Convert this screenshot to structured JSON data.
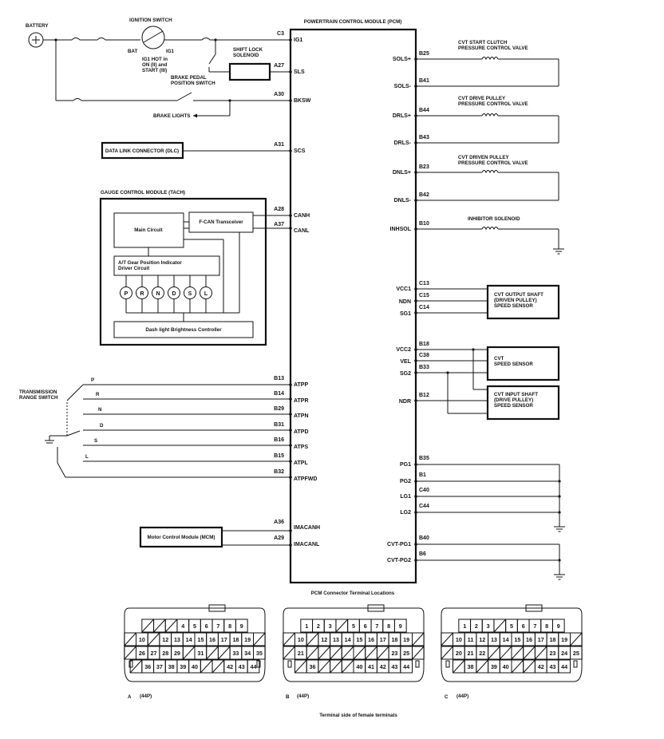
{
  "labels": {
    "battery": "BATTERY",
    "ignition_switch": "IGNITION SWITCH",
    "bat": "BAT",
    "ig1": "IG1",
    "ig1_note": [
      "IG1 HOT in",
      "ON (II) and",
      "START (III)"
    ],
    "shift_lock": [
      "SHIFT LOCK",
      "SOLENOID"
    ],
    "brake_pedal": [
      "BRAKE PEDAL",
      "POSITION SWITCH"
    ],
    "brake_lights": "BRAKE LIGHTS",
    "pcm": "POWERTRAIN CONTROL MODULE (PCM)",
    "dlc": "DATA LINK CONNECTOR (DLC)",
    "gauge": "GAUGE CONTROL MODULE (TACH)",
    "main_circuit": "Main Circuit",
    "fcan": "F-CAN Transceiver",
    "at_gear": [
      "A/T Gear Position Indicator",
      "Driver Circuit"
    ],
    "dash_light": "Dash light Brightness Controller",
    "gear_letters": [
      "P",
      "R",
      "N",
      "D",
      "S",
      "L"
    ],
    "trs": [
      "TRANSMISSION",
      "RANGE SWITCH"
    ],
    "mcm": "Motor Control Module (MCM)",
    "cvt_start": [
      "CVT START CLUTCH",
      "PRESSURE CONTROL VALVE"
    ],
    "cvt_drive": [
      "CVT DRIVE PULLEY",
      "PRESSURE CONTROL VALVE"
    ],
    "cvt_driven": [
      "CVT DRIVEN PULLEY",
      "PRESSURE CONTROL VALVE"
    ],
    "inhibitor": "INHIBITOR SOLENOID",
    "cvt_output": [
      "CVT OUTPUT SHAFT",
      "(DRIVEN PULLEY)",
      "SPEED SENSOR"
    ],
    "cvt_speed": [
      "CVT",
      "SPEED SENSOR"
    ],
    "cvt_input": [
      "CVT INPUT SHAFT",
      "(DRIVE PULLEY)",
      "SPEED SENSOR"
    ],
    "connector_title": "PCM Connector Terminal Locations",
    "terminal_note": "Terminal side of female terminals",
    "conn_a": "(44P)",
    "conn_b": "(44P)",
    "conn_c": "(44P)",
    "conn_a_letter": "A",
    "conn_b_letter": "B",
    "conn_c_letter": "C"
  },
  "left_pins": [
    {
      "term": "C3",
      "sig": "IG1"
    },
    {
      "term": "A27",
      "sig": "SLS"
    },
    {
      "term": "A30",
      "sig": "BKSW"
    },
    {
      "term": "A31",
      "sig": "SCS"
    },
    {
      "term": "A28",
      "sig": "CANH"
    },
    {
      "term": "A37",
      "sig": "CANL"
    },
    {
      "term": "B13",
      "sig": "ATPP"
    },
    {
      "term": "B14",
      "sig": "ATPR"
    },
    {
      "term": "B29",
      "sig": "ATPN"
    },
    {
      "term": "B31",
      "sig": "ATPD"
    },
    {
      "term": "B16",
      "sig": "ATPS"
    },
    {
      "term": "B15",
      "sig": "ATPL"
    },
    {
      "term": "B32",
      "sig": "ATPFWD"
    },
    {
      "term": "A36",
      "sig": "IMACANH"
    },
    {
      "term": "A29",
      "sig": "IMACANL"
    }
  ],
  "right_pins": [
    {
      "term": "B25",
      "sig": "SOLS+"
    },
    {
      "term": "B41",
      "sig": "SOLS-"
    },
    {
      "term": "B44",
      "sig": "DRLS+"
    },
    {
      "term": "B43",
      "sig": "DRLS-"
    },
    {
      "term": "B23",
      "sig": "DNLS+"
    },
    {
      "term": "B42",
      "sig": "DNLS-"
    },
    {
      "term": "B10",
      "sig": "INHSOL"
    },
    {
      "term": "C13",
      "sig": "VCC1"
    },
    {
      "term": "C15",
      "sig": "NDN"
    },
    {
      "term": "C14",
      "sig": "SG1"
    },
    {
      "term": "B18",
      "sig": "VCC2"
    },
    {
      "term": "C38",
      "sig": "VEL"
    },
    {
      "term": "B33",
      "sig": "SG2"
    },
    {
      "term": "B12",
      "sig": "NDR"
    },
    {
      "term": "B35",
      "sig": "PG1"
    },
    {
      "term": "B1",
      "sig": "PG2"
    },
    {
      "term": "C40",
      "sig": "LG1"
    },
    {
      "term": "C44",
      "sig": "LG2"
    },
    {
      "term": "B40",
      "sig": "CVT-PG1"
    },
    {
      "term": "B6",
      "sig": "CVT-PG2"
    }
  ],
  "switch_positions": [
    "P",
    "R",
    "N",
    "D",
    "S",
    "L"
  ],
  "connectors": {
    "a": {
      "row1": [
        "",
        "",
        "",
        "4",
        "5",
        "6",
        "7",
        "8",
        "9"
      ],
      "row2": [
        "",
        "10",
        "",
        "12",
        "13",
        "14",
        "15",
        "16",
        "17",
        "18",
        "19",
        ""
      ],
      "row3": [
        "",
        "26",
        "27",
        "28",
        "29",
        "",
        "31",
        "",
        "",
        "33",
        "34",
        "35"
      ],
      "row4": [
        "",
        "36",
        "37",
        "38",
        "39",
        "40",
        "",
        "",
        "42",
        "43",
        "44"
      ]
    },
    "b": {
      "row1": [
        "1",
        "2",
        "3",
        "",
        "5",
        "6",
        "7",
        "8",
        "9"
      ],
      "row2": [
        "",
        "10",
        "",
        "12",
        "13",
        "14",
        "15",
        "16",
        "17",
        "18",
        "19",
        ""
      ],
      "row3": [
        "",
        "21",
        "",
        "",
        "",
        "",
        "",
        "",
        "",
        "23",
        "25",
        ""
      ],
      "row4": [
        "",
        "36",
        "",
        "",
        "",
        "40",
        "41",
        "42",
        "43",
        "44"
      ]
    },
    "c": {
      "row1": [
        "1",
        "2",
        "3",
        "",
        "5",
        "6",
        "7",
        "8",
        "9"
      ],
      "row2": [
        "",
        "10",
        "11",
        "12",
        "13",
        "14",
        "15",
        "16",
        "17",
        "18",
        "19",
        ""
      ],
      "row3": [
        "",
        "20",
        "21",
        "22",
        "",
        "",
        "",
        "",
        "",
        "23",
        "24",
        "25"
      ],
      "row4": [
        "",
        "38",
        "",
        "39",
        "40",
        "",
        "",
        "42",
        "43",
        "44"
      ]
    }
  }
}
